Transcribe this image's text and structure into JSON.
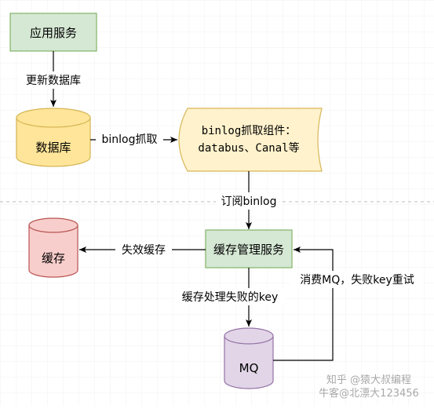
{
  "diagram": {
    "nodes": {
      "app_service": {
        "label": "应用服务",
        "fill": "#d5e8d4",
        "stroke": "#82b366",
        "shape": "rectangle"
      },
      "database": {
        "label": "数据库",
        "fill": "#ffe599",
        "stroke": "#d6b656",
        "shape": "cylinder"
      },
      "binlog_component": {
        "line1": "binlog抓取组件：",
        "line2": "databus、Canal等",
        "fill": "#fff2cc",
        "stroke": "#d6b656",
        "shape": "tape"
      },
      "cache_manager": {
        "label": "缓存管理服务",
        "fill": "#d5e8d4",
        "stroke": "#82b366",
        "shape": "rectangle"
      },
      "cache": {
        "label": "缓存",
        "fill": "#f8cecc",
        "stroke": "#b85450",
        "shape": "cylinder"
      },
      "mq": {
        "label": "MQ",
        "fill": "#e1d5e7",
        "stroke": "#9673a6",
        "shape": "cylinder"
      }
    },
    "edges": {
      "update_db": "更新数据库",
      "binlog_capture": "binlog抓取",
      "subscribe_binlog": "订阅binlog",
      "invalidate_cache": "失效缓存",
      "failed_keys": "缓存处理失败的key",
      "consume_retry": "消费MQ，失败key重试"
    },
    "watermark": {
      "line1": "知乎 @猿大叔编程",
      "line2": "牛客@北漂大123456"
    },
    "colors": {
      "edge": "#000000",
      "divider": "#c0c0c0",
      "grid": "#f2f2f2"
    }
  }
}
